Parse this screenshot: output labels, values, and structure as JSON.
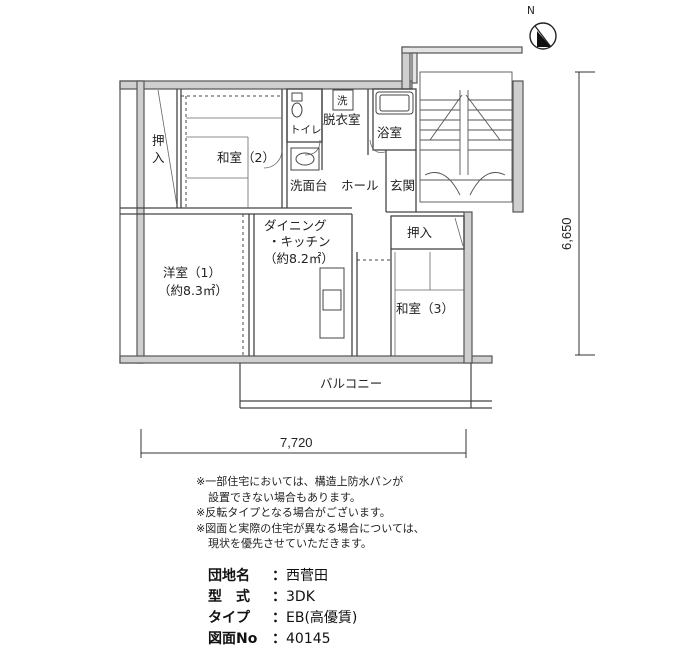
{
  "plan": {
    "compass_label": "N",
    "rooms": {
      "oshiire_1": "押",
      "oshiire_1b": "入",
      "washitsu_2": "和室（2）",
      "toilet": "トイレ",
      "wash_mark": "洗",
      "datsuishitsu": "脱衣室",
      "yokushitsu": "浴室",
      "senmendai": "洗面台",
      "hall": "ホール",
      "genkan": "玄関",
      "dining_1": "ダイニング",
      "dining_2": "・キッチン",
      "dining_3": "（約8.2㎡）",
      "oshiire_2": "押入",
      "youshitsu_1": "洋室（1）",
      "youshitsu_2": "（約8.3㎡）",
      "washitsu_3": "和室（3）",
      "balcony": "バルコニー"
    },
    "width_dim": "7,720",
    "height_dim": "6,650"
  },
  "notes": [
    "※一部住宅においては、構造上防水パンが",
    "設置できない場合もあります。",
    "※反転タイプとなる場合がございます。",
    "※図面と実際の住宅が異なる場合については、",
    "現状を優先させていただきます。"
  ],
  "info": {
    "estate_key": "団地名",
    "estate_value": "西菅田",
    "type_key": "型　式",
    "type_value": "3DK",
    "subtype_key": "タイプ",
    "subtype_value": "EB(高優賃)",
    "drawing_key": "図面No",
    "drawing_value": "40145",
    "separator": "："
  }
}
